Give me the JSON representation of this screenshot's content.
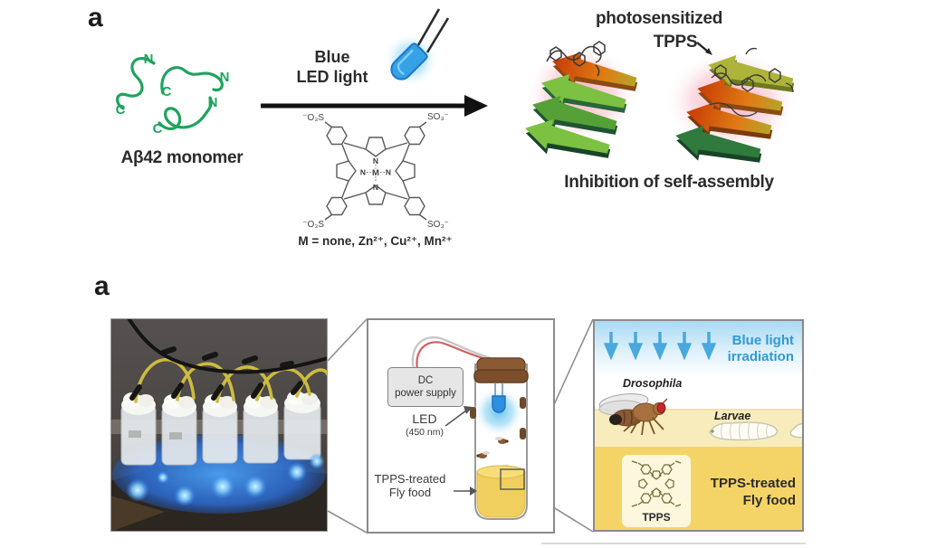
{
  "panel_top": {
    "label": "a",
    "monomer_label": "Aβ42 monomer",
    "chain_letters": {
      "n1": "N",
      "n2": "N",
      "n3": "N",
      "c1": "C",
      "c2": "C",
      "c3": "C"
    },
    "led_caption_line1": "Blue",
    "led_caption_line2": "LED light",
    "porphyrin": {
      "so3_tl": "⁻O₃S",
      "so3_tr": "SO₃⁻",
      "so3_bl": "⁻O₃S",
      "so3_br": "SO₃⁻",
      "n_top": "N",
      "n_bottom": "N",
      "n_left": "N",
      "n_right": "N",
      "metal": "M",
      "metal_note": "M = none, Zn²⁺, Cu²⁺, Mn²⁺"
    },
    "product_line1": "photosensitized",
    "product_line2": "TPPS",
    "caption": "Inhibition of self-assembly"
  },
  "panel_bottom": {
    "label": "a",
    "setup": {
      "power_line1": "DC",
      "power_line2": "power supply",
      "led_line1": "LED",
      "led_line2": "(450 nm)",
      "food_line1": "TPPS-treated",
      "food_line2": "Fly food"
    },
    "inset": {
      "irradiation_line1": "Blue light",
      "irradiation_line2": "irradiation",
      "fly_label": "Drosophila",
      "larvae_label": "Larvae",
      "tpps_label": "TPPS",
      "food_line1": "TPPS-treated",
      "food_line2": "Fly food"
    }
  },
  "colors": {
    "accent_blue": "#2d9bd8",
    "led_blue": "#35a2e8",
    "monomer_green": "#1ea45c",
    "food_yellow": "#f5d467",
    "larvae_band": "#f8ecbc",
    "glow_pink": "#f295a8",
    "arrow_green": "#7cc141",
    "cap_brown": "#8a5a33"
  }
}
